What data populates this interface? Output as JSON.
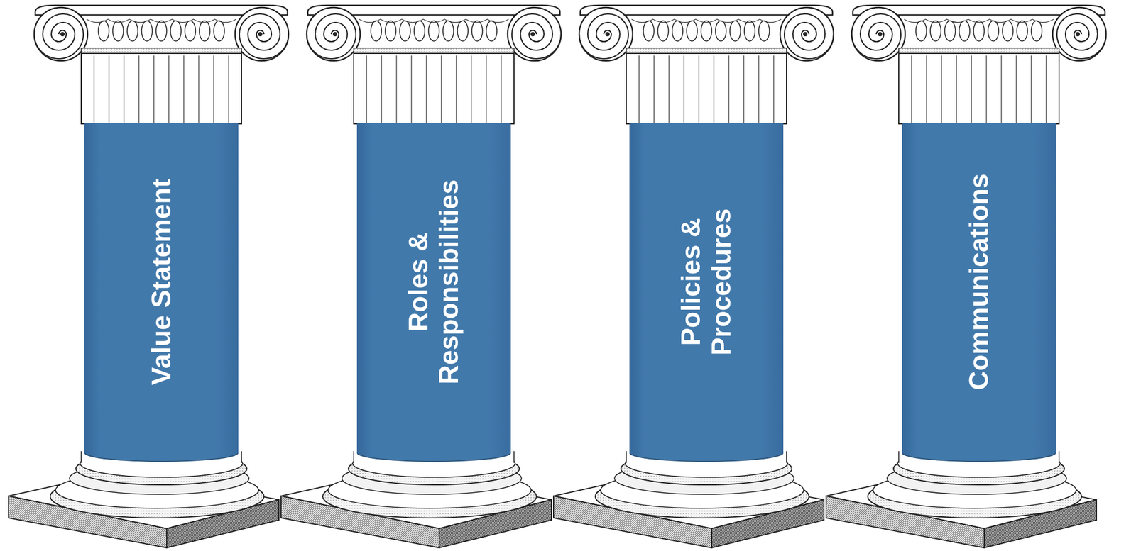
{
  "diagram": {
    "nodes": [
      {
        "text": [
          "Value Statement"
        ]
      },
      {
        "text": [
          "Roles & Responsibilities"
        ]
      },
      {
        "text": [
          "Policies & Procedures"
        ]
      },
      {
        "text": [
          "Communications"
        ]
      }
    ]
  }
}
